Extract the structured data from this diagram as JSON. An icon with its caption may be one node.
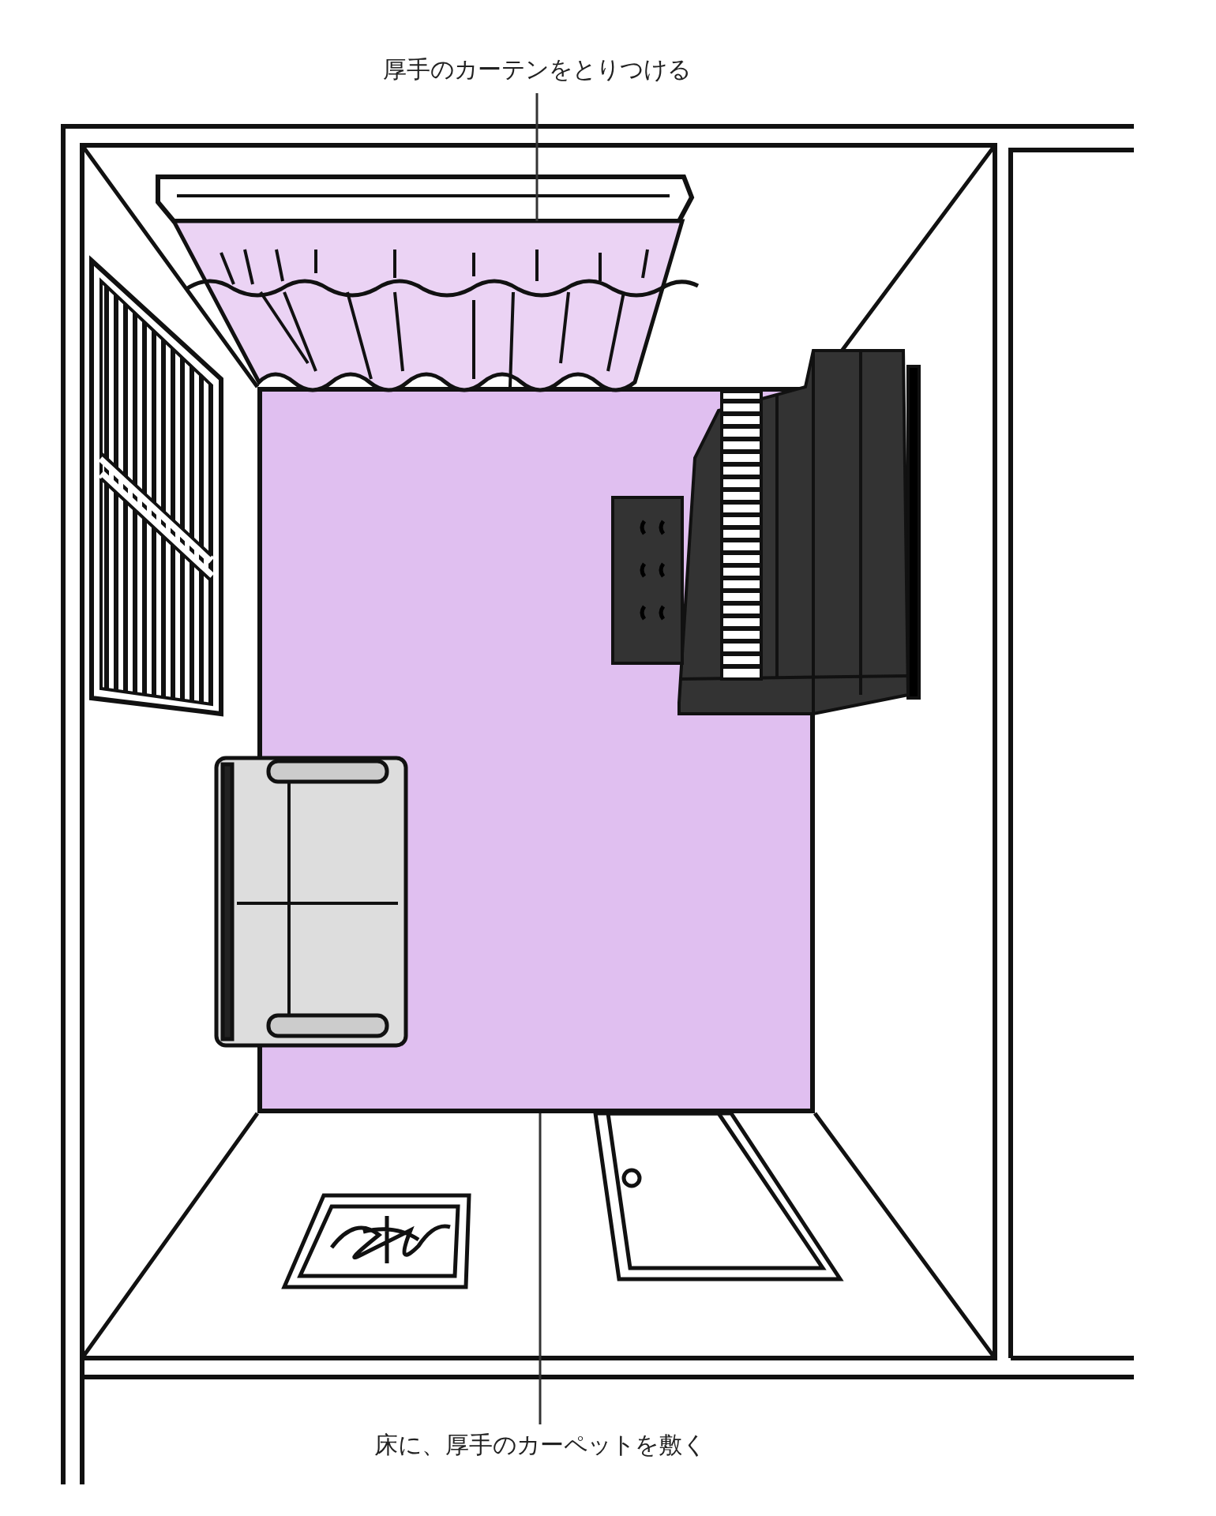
{
  "diagram": {
    "nodes": [
      {
        "text": [
          "厚手のカーテンをとりつける"
        ]
      },
      {
        "text": [],
        "shape": "picture"
      },
      {
        "text": [
          "床に、厚手のカーペットを敷く"
        ]
      },
      {
        "text": [],
        "shape": "box"
      }
    ],
    "edges": [
      {
        "from": 0,
        "to": 1,
        "arrow": "none"
      },
      {
        "from": 2,
        "to": 3,
        "arrow": "none"
      }
    ]
  }
}
